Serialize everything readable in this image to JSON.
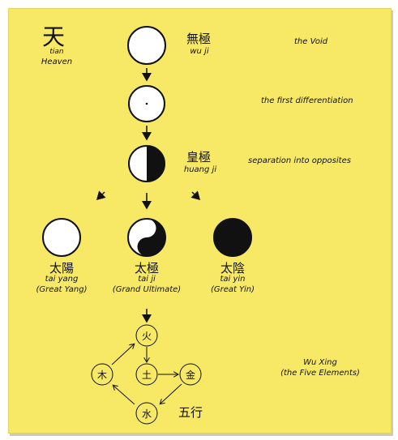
{
  "heaven": {
    "char": "天",
    "pinyin": "tian",
    "english": "Heaven"
  },
  "wuji": {
    "char": "無極",
    "pinyin": "wu ji",
    "desc": "the Void"
  },
  "first_diff": {
    "desc": "the first differentiation"
  },
  "huangji": {
    "char": "皇極",
    "pinyin": "huang ji",
    "desc": "separation into opposites"
  },
  "taiyang": {
    "char": "太陽",
    "pinyin": "tai yang",
    "english": "(Great Yang)"
  },
  "taiji": {
    "char": "太極",
    "pinyin": "tai ji",
    "english": "(Grand Ultimate)"
  },
  "taiyin": {
    "char": "太陰",
    "pinyin": "tai yin",
    "english": "(Great Yin)"
  },
  "wuxing": {
    "char": "五行",
    "title": "Wu Xing",
    "subtitle": "(the Five Elements)",
    "fire": "火",
    "wood": "木",
    "earth": "土",
    "metal": "金",
    "water": "水"
  },
  "colors": {
    "background": "#f7e866",
    "ink": "#111111"
  }
}
